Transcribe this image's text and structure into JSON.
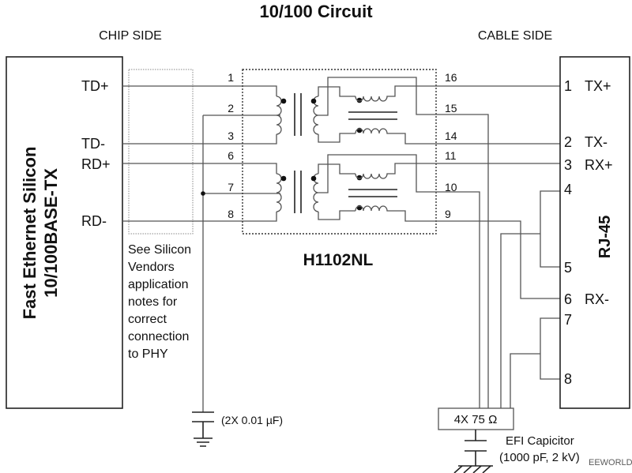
{
  "title": "10/100 Circuit",
  "chip_side_label": "CHIP SIDE",
  "cable_side_label": "CABLE SIDE",
  "chip": {
    "line1": "Fast Ethernet Silicon",
    "line2": "10/100BASE-TX"
  },
  "chip_signals": [
    "TD+",
    "TD-",
    "RD+",
    "RD-"
  ],
  "transformer": {
    "part": "H1102NL",
    "left_pins": [
      "1",
      "2",
      "3",
      "6",
      "7",
      "8"
    ],
    "right_pins": [
      "16",
      "15",
      "14",
      "11",
      "10",
      "9"
    ]
  },
  "vendor_note": [
    "See Silicon",
    "Vendors",
    "application",
    "notes for",
    "correct",
    "connection",
    "to PHY"
  ],
  "capacitor_label": "(2X 0.01 µF)",
  "rj45": {
    "label": "RJ-45",
    "pins": [
      {
        "num": "1",
        "signal": "TX+"
      },
      {
        "num": "2",
        "signal": "TX-"
      },
      {
        "num": "3",
        "signal": "RX+"
      },
      {
        "num": "4",
        "signal": ""
      },
      {
        "num": "5",
        "signal": ""
      },
      {
        "num": "6",
        "signal": "RX-"
      },
      {
        "num": "7",
        "signal": ""
      },
      {
        "num": "8",
        "signal": ""
      }
    ]
  },
  "resistor_label": "4X 75 Ω",
  "efi_cap": {
    "line1": "EFI Capicitor",
    "line2": "(1000 pF, 2 kV)"
  },
  "watermark": "EEWORLD"
}
